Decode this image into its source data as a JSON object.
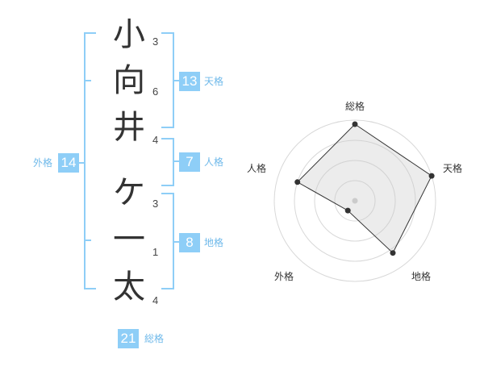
{
  "name": {
    "chars": [
      {
        "char": "小",
        "strokes": "3"
      },
      {
        "char": "向",
        "strokes": "6"
      },
      {
        "char": "井",
        "strokes": "4"
      },
      {
        "char": "ケ",
        "strokes": "3"
      },
      {
        "char": "一",
        "strokes": "1"
      },
      {
        "char": "太",
        "strokes": "4"
      }
    ]
  },
  "fortune": {
    "tenkaku": {
      "value": "13",
      "label": "天格"
    },
    "jinkaku": {
      "value": "7",
      "label": "人格"
    },
    "chikaku": {
      "value": "8",
      "label": "地格"
    },
    "gaikaku": {
      "value": "14",
      "label": "外格"
    },
    "soukaku": {
      "value": "21",
      "label": "総格"
    }
  },
  "colors": {
    "accent": "#8ecef7",
    "bracket": "#8ecef7",
    "text": "#333333"
  },
  "chart_data": {
    "type": "radar",
    "axes": [
      "総格",
      "天格",
      "地格",
      "外格",
      "人格"
    ],
    "values": [
      0.95,
      1.0,
      0.8,
      0.15,
      0.75
    ],
    "range": [
      0,
      1
    ],
    "rings": 4
  }
}
